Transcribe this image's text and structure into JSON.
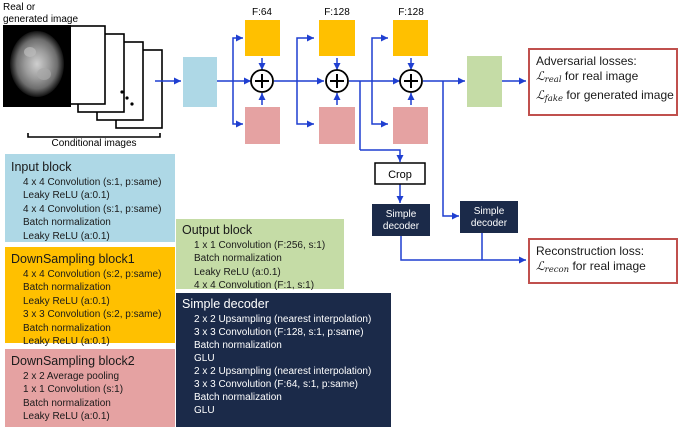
{
  "input_label": "Real or generated image",
  "input_label_lines": [
    "Real or",
    "generated image"
  ],
  "conditional_label": "Conditional images",
  "filters": {
    "f1": "F:64",
    "f2": "F:128",
    "f3": "F:128"
  },
  "crop_label": "Crop",
  "decoder_label_1": "Simple decoder",
  "decoder_label_2": "Simple decoder",
  "adversarial": {
    "title": "Adversarial losses:",
    "real_symbol": "ℒ",
    "real_sub": "real",
    "real_text": "for real image",
    "fake_symbol": "ℒ",
    "fake_sub": "fake",
    "fake_text": "for generated image"
  },
  "reconstruction": {
    "title": "Reconstruction loss:",
    "symbol": "ℒ",
    "sub": "recon",
    "text": "for real image"
  },
  "panels": {
    "input": {
      "title": "Input block",
      "items": [
        "4 x 4 Convolution (s:1, p:same)",
        "Leaky ReLU (a:0.1)",
        "4 x 4 Convolution (s:1, p:same)",
        "Batch normalization",
        "Leaky ReLU (a:0.1)"
      ]
    },
    "ds1": {
      "title": "DownSampling block1",
      "items": [
        "4 x 4 Convolution (s:2, p:same)",
        "Batch normalization",
        "Leaky ReLU (a:0.1)",
        "3 x 3 Convolution (s:2, p:same)",
        "Batch normalization",
        "Leaky ReLU (a:0.1)"
      ]
    },
    "ds2": {
      "title": "DownSampling block2",
      "items": [
        "2 x 2 Average pooling",
        "1 x 1 Convolution (s:1)",
        "Batch normalization",
        "Leaky ReLU (a:0.1)"
      ]
    },
    "output": {
      "title": "Output block",
      "items": [
        "1 x 1 Convolution (F:256, s:1)",
        "Batch normalization",
        "Leaky ReLU (a:0.1)",
        "4 x 4 Convolution (F:1, s:1)"
      ]
    },
    "decoder": {
      "title": "Simple decoder",
      "items": [
        "2 x 2 Upsampling (nearest interpolation)",
        "3 x 3 Convolution (F:128, s:1, p:same)",
        "Batch normalization",
        "GLU",
        "2 x 2 Upsampling (nearest interpolation)",
        "3 x 3 Convolution (F:64, s:1, p:same)",
        "Batch normalization",
        "GLU"
      ]
    }
  },
  "colors": {
    "input_block": "#aed8e6",
    "ds1_block": "#ffc000",
    "ds2_block": "#e5a2a2",
    "output_block": "#c5dca6",
    "decoder_block": "#1b2a49",
    "arrow": "#1f3fd1",
    "loss_border": "#c0504d"
  }
}
